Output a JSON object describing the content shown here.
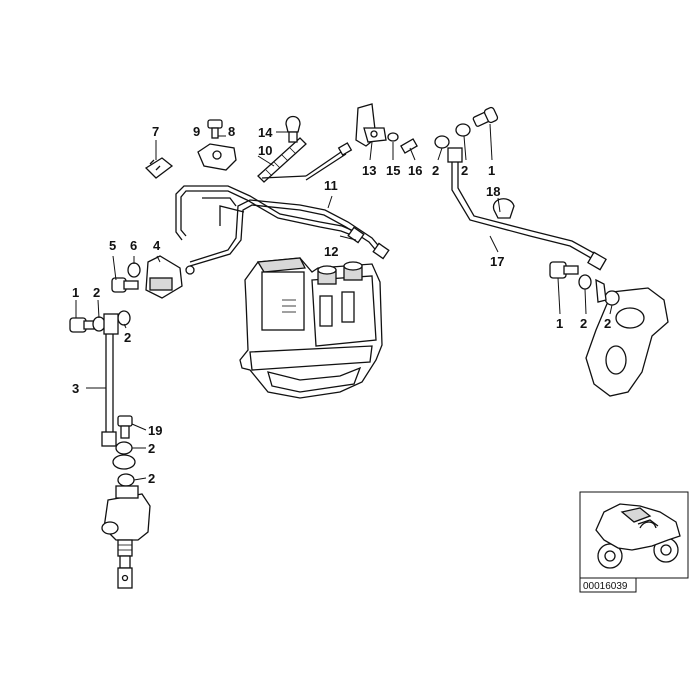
{
  "diagram": {
    "reference_number": "00016039",
    "callouts": [
      {
        "id": "c7",
        "text": "7"
      },
      {
        "id": "c9",
        "text": "9"
      },
      {
        "id": "c8",
        "text": "8"
      },
      {
        "id": "c14",
        "text": "14"
      },
      {
        "id": "c10",
        "text": "10"
      },
      {
        "id": "c13",
        "text": "13"
      },
      {
        "id": "c15",
        "text": "15"
      },
      {
        "id": "c16",
        "text": "16"
      },
      {
        "id": "c2a",
        "text": "2"
      },
      {
        "id": "c2b",
        "text": "2"
      },
      {
        "id": "c1a",
        "text": "1"
      },
      {
        "id": "c18",
        "text": "18"
      },
      {
        "id": "c11",
        "text": "11"
      },
      {
        "id": "c12",
        "text": "12"
      },
      {
        "id": "c17",
        "text": "17"
      },
      {
        "id": "c5",
        "text": "5"
      },
      {
        "id": "c4",
        "text": "4"
      },
      {
        "id": "c6",
        "text": "6"
      },
      {
        "id": "c1b",
        "text": "1"
      },
      {
        "id": "c2c",
        "text": "2"
      },
      {
        "id": "c2d",
        "text": "2"
      },
      {
        "id": "c3",
        "text": "3"
      },
      {
        "id": "c19",
        "text": "19"
      },
      {
        "id": "c2e",
        "text": "2"
      },
      {
        "id": "c2f",
        "text": "2"
      },
      {
        "id": "c1c",
        "text": "1"
      },
      {
        "id": "c2g",
        "text": "2"
      },
      {
        "id": "c2h",
        "text": "2"
      }
    ]
  }
}
